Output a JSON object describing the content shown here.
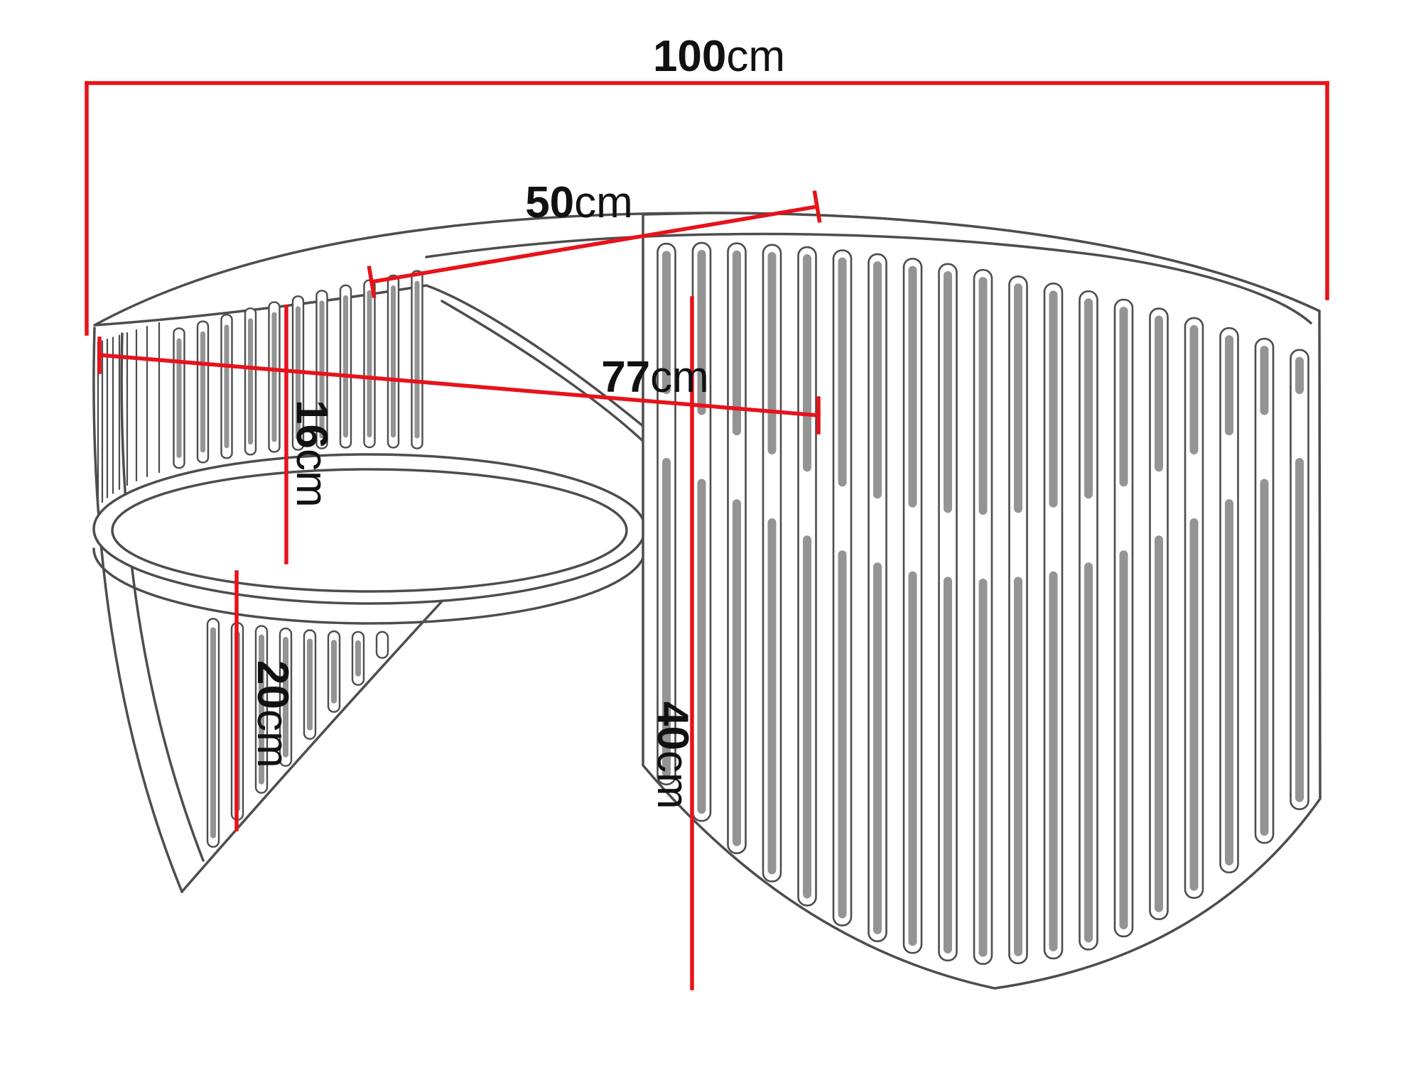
{
  "drawing": {
    "unit": "cm",
    "dimensions": {
      "width": {
        "value": "100",
        "unit": "cm"
      },
      "depth": {
        "value": "50",
        "unit": "cm"
      },
      "inner_width": {
        "value": "77",
        "unit": "cm"
      },
      "shelf_gap": {
        "value": "16",
        "unit": "cm"
      },
      "leg_height": {
        "value": "20",
        "unit": "cm"
      },
      "height": {
        "value": "40",
        "unit": "cm"
      }
    },
    "colors": {
      "dimension": "#e8121a",
      "outline": "#4d4d4d",
      "slat_fill": "#949494",
      "text": "#111111",
      "background": "#ffffff"
    }
  }
}
